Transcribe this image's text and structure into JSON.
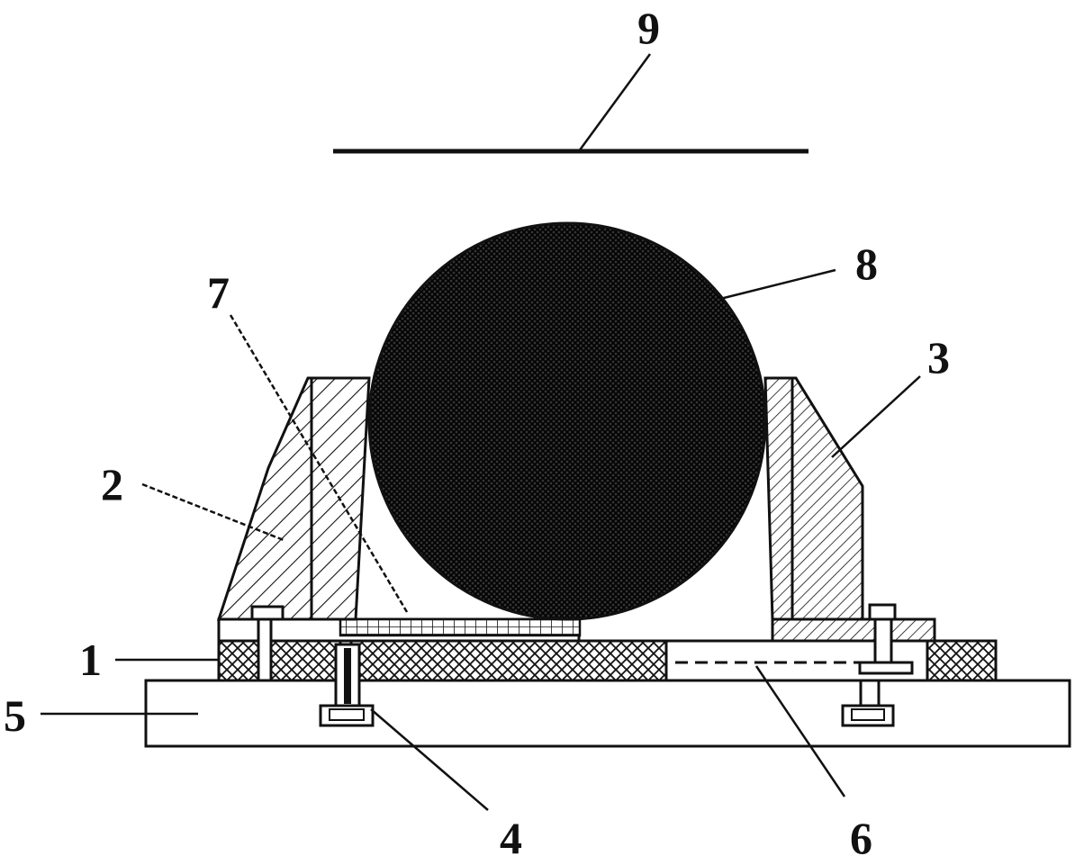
{
  "labels": {
    "l1": "1",
    "l2": "2",
    "l3": "3",
    "l4": "4",
    "l5": "5",
    "l6": "6",
    "l7": "7",
    "l8": "8",
    "l9": "9"
  },
  "colors": {
    "line": "#111111",
    "background": "#ffffff"
  }
}
